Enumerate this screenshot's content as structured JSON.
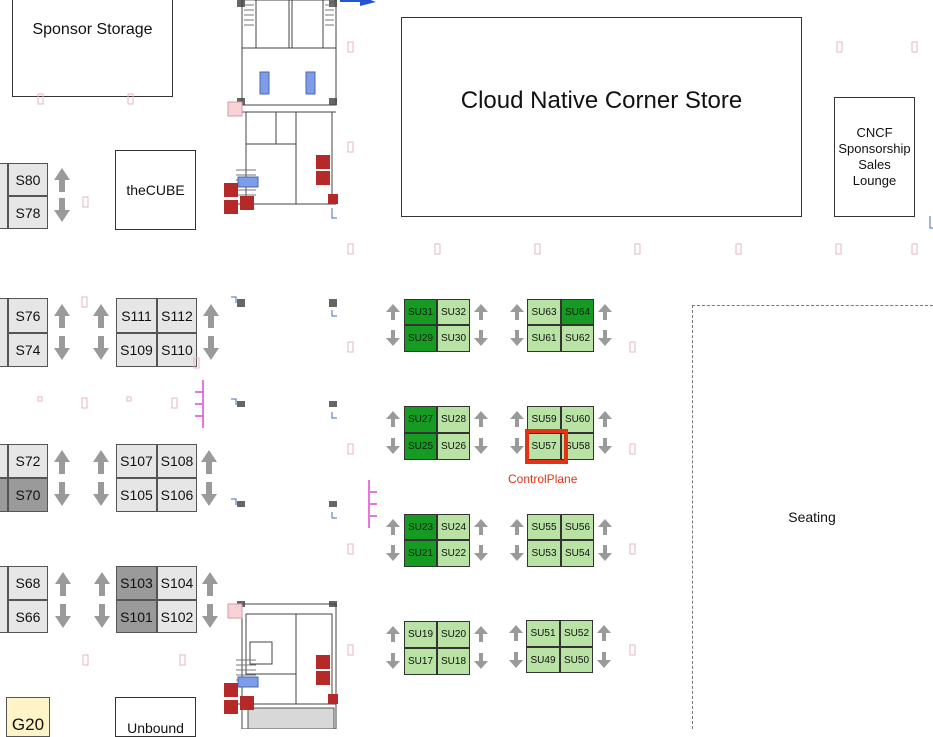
{
  "rooms": {
    "sponsor_storage": "Sponsor Storage",
    "corner_store": "Cloud Native Corner Store",
    "cncf_lounge": "CNCF Sponsorship Sales Lounge",
    "thecube": "theCUBE",
    "seating": "Seating",
    "unbound": "Unbound"
  },
  "booths_s": {
    "s80": "S80",
    "s78": "S78",
    "s76": "S76",
    "s74": "S74",
    "s111": "S111",
    "s112": "S112",
    "s109": "S109",
    "s110": "S110",
    "s72": "S72",
    "s70": "S70",
    "s107": "S107",
    "s108": "S108",
    "s105": "S105",
    "s106": "S106",
    "s68": "S68",
    "s66": "S66",
    "s103": "S103",
    "s104": "S104",
    "s101": "S101",
    "s102": "S102",
    "g20": "G20"
  },
  "booths_su": {
    "su31": "SU31",
    "su32": "SU32",
    "su29": "SU29",
    "su30": "SU30",
    "su63": "SU63",
    "su64": "SU64",
    "su61": "SU61",
    "su62": "SU62",
    "su27": "SU27",
    "su28": "SU28",
    "su25": "SU25",
    "su26": "SU26",
    "su59": "SU59",
    "su60": "SU60",
    "su57": "SU57",
    "su58": "SU58",
    "su23": "SU23",
    "su24": "SU24",
    "su21": "SU21",
    "su22": "SU22",
    "su55": "SU55",
    "su56": "SU56",
    "su53": "SU53",
    "su54": "SU54",
    "su19": "SU19",
    "su20": "SU20",
    "su17": "SU17",
    "su18": "SU18",
    "su51": "SU51",
    "su52": "SU52",
    "su49": "SU49",
    "su50": "SU50"
  },
  "highlight_label": "ControlPlane",
  "colors": {
    "highlight": "#e43217",
    "booth_light_green": "#b9e2a5",
    "booth_dark_green": "#159a22",
    "booth_light_gray": "#e6e6e6",
    "booth_dark_gray": "#9a9a9a"
  }
}
